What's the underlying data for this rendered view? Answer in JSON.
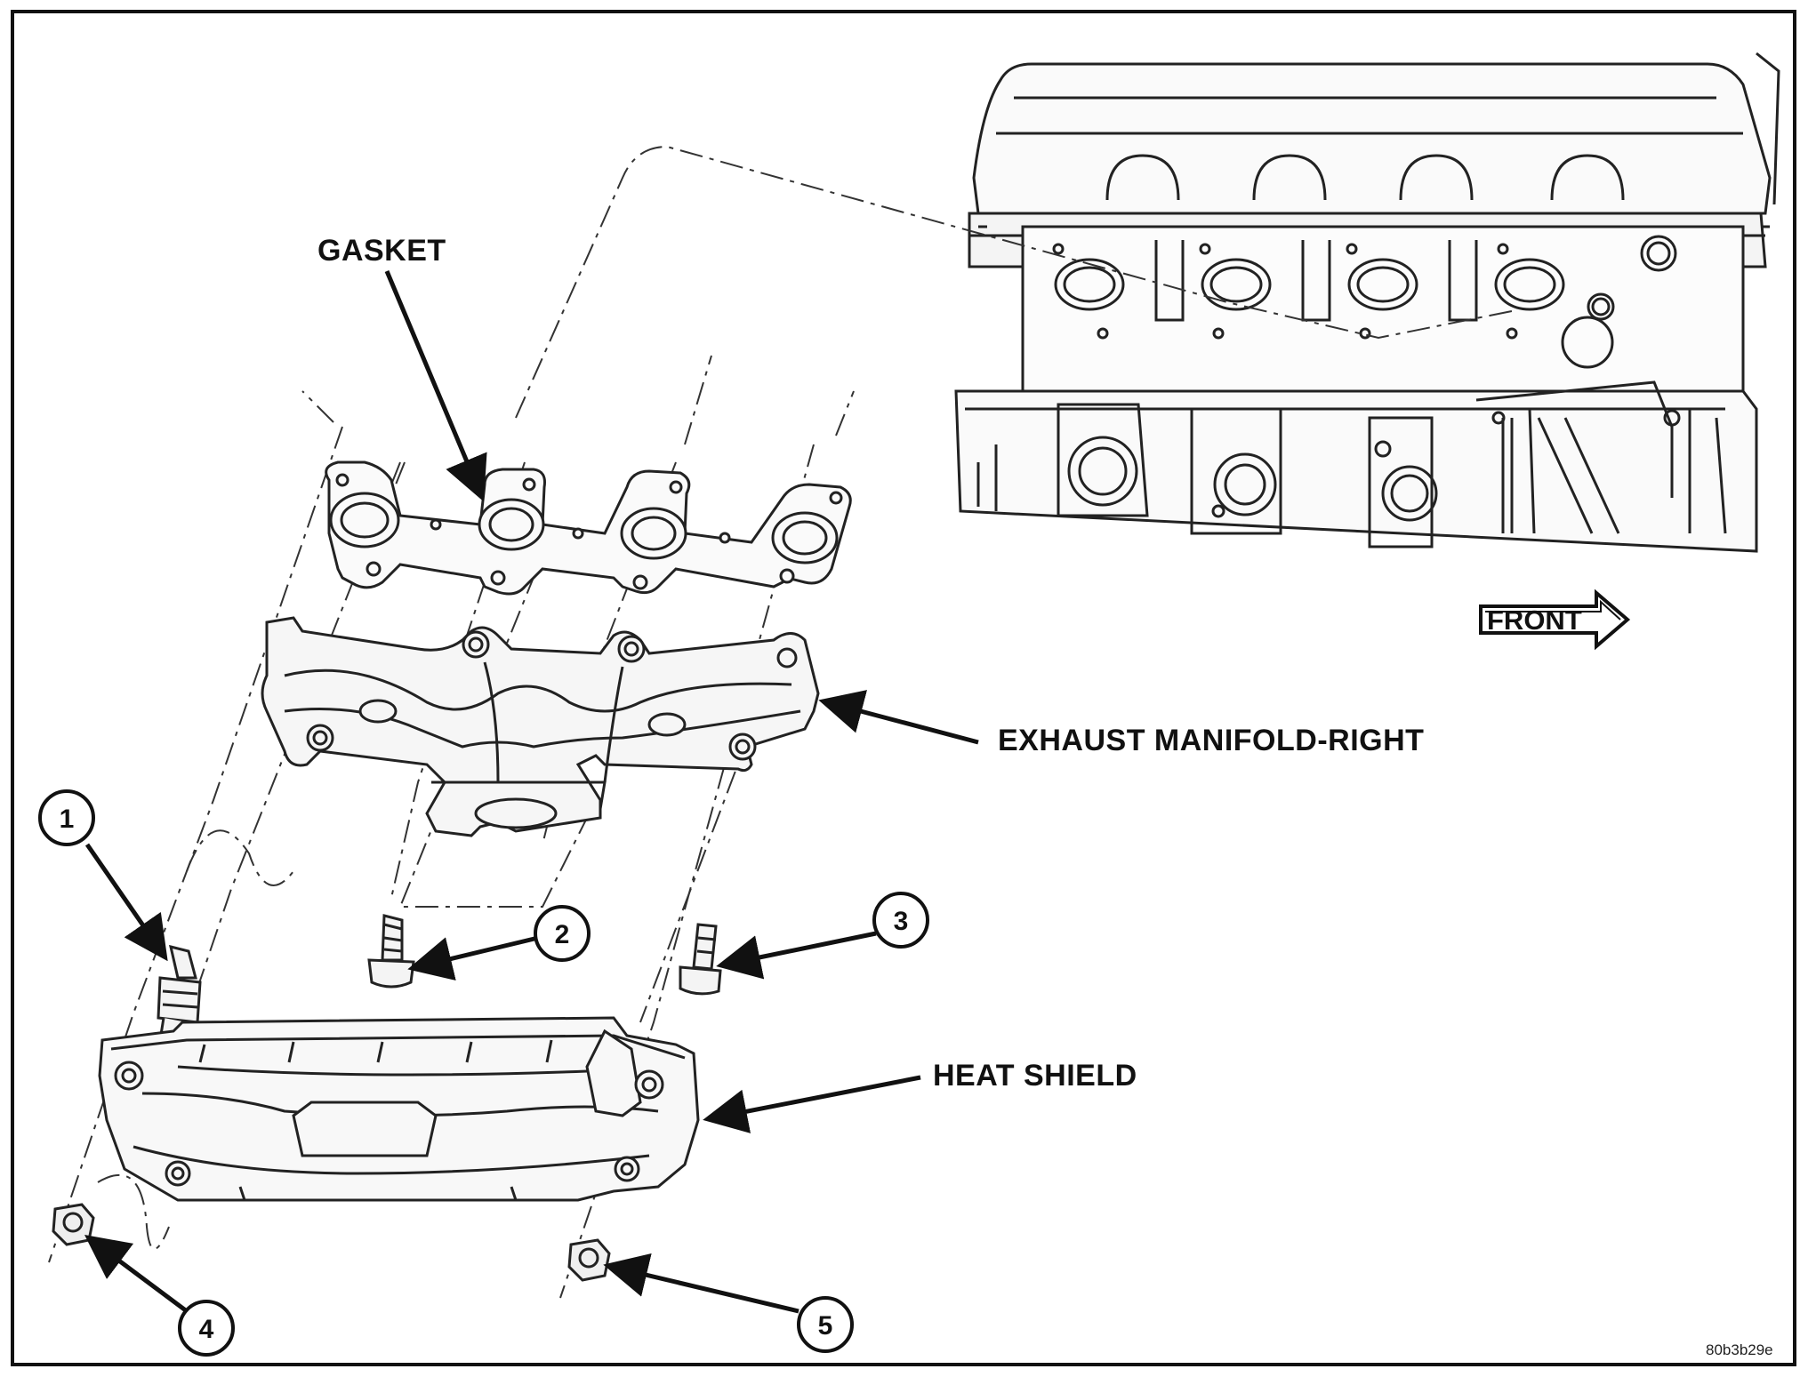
{
  "labels": {
    "gasket": "GASKET",
    "exhaust_manifold": "EXHAUST MANIFOLD-RIGHT",
    "heat_shield": "HEAT SHIELD",
    "front": "FRONT"
  },
  "callouts": [
    "1",
    "2",
    "3",
    "4",
    "5"
  ],
  "figure_id": "80b3b29e"
}
